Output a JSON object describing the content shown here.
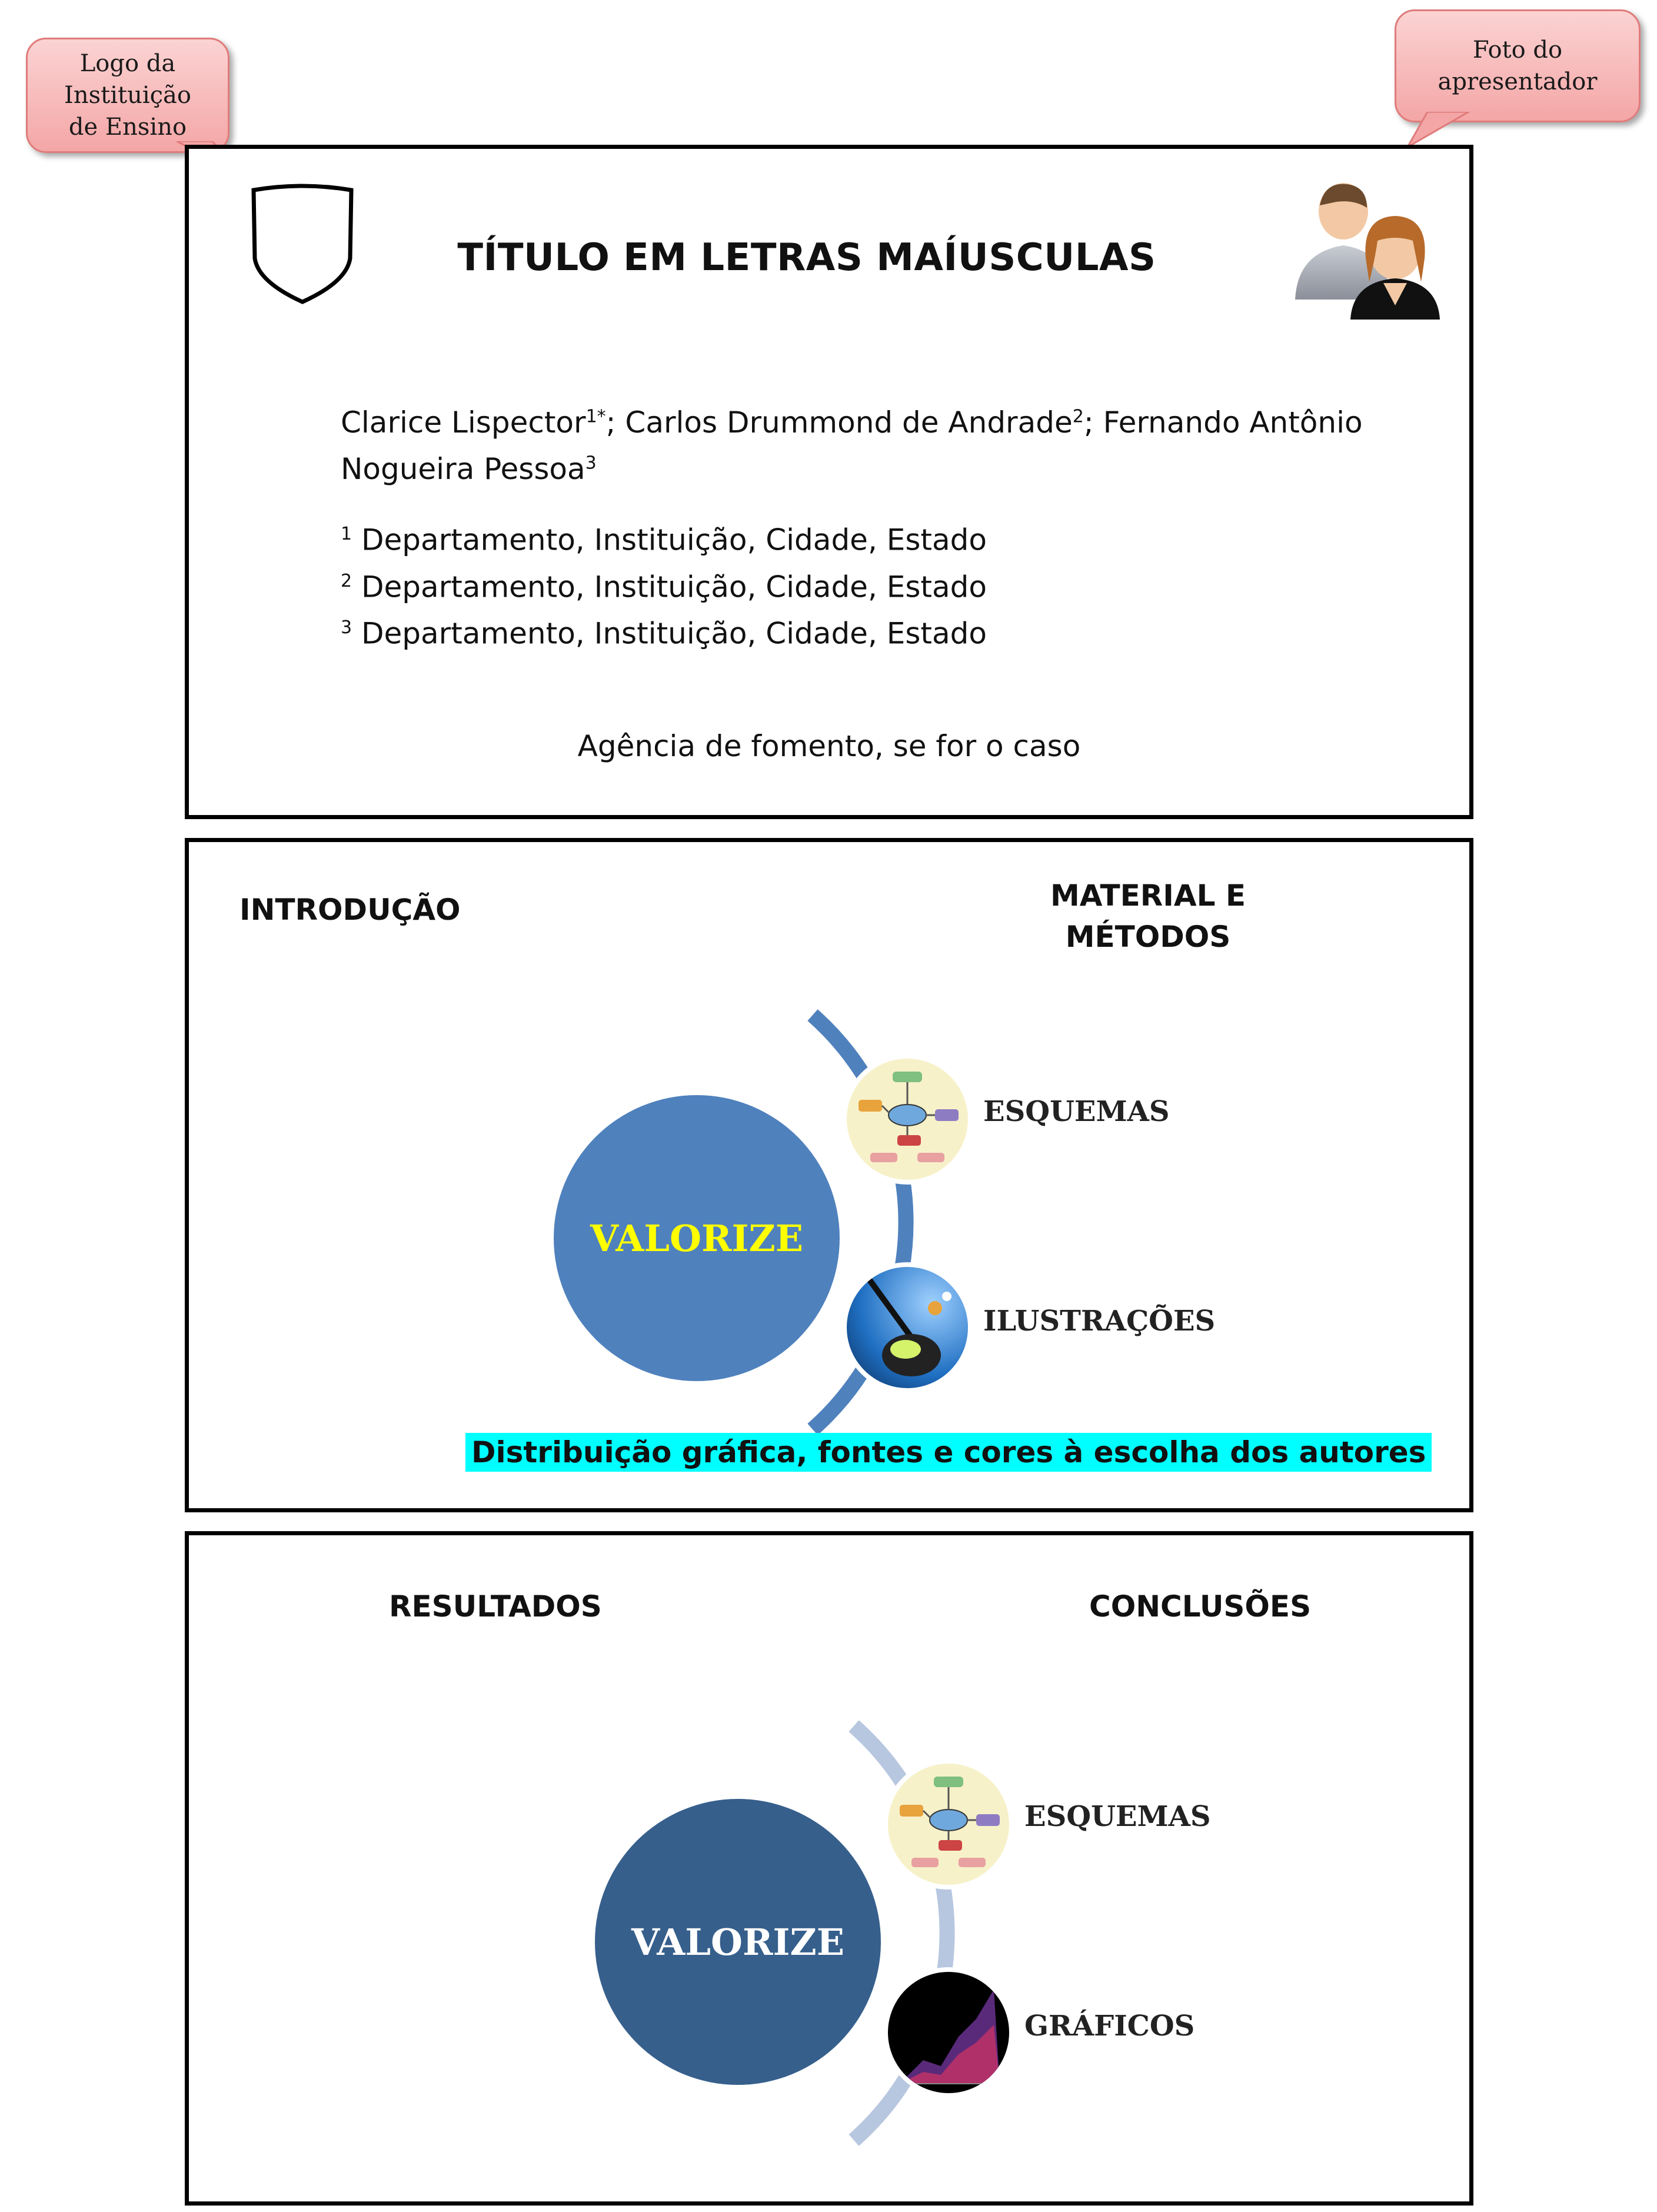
{
  "callouts": {
    "logo": "Logo da\nInstituição\nde Ensino",
    "photo": "Foto do\napresentador"
  },
  "header": {
    "title": "TÍTULO EM LETRAS MAÍUSCULAS",
    "authors": [
      {
        "name": "Clarice Lispector",
        "sup": "1*",
        "sep": "; "
      },
      {
        "name": "Carlos Drummond de Andrade",
        "sup": "2",
        "sep": "; "
      },
      {
        "name": "Fernando Antônio Nogueira Pessoa",
        "sup": "3",
        "sep": ""
      }
    ],
    "affiliations": [
      {
        "num": "1",
        "text": "Departamento, Instituição, Cidade, Estado"
      },
      {
        "num": "2",
        "text": "Departamento, Instituição, Cidade, Estado"
      },
      {
        "num": "3",
        "text": "Departamento, Instituição, Cidade, Estado"
      }
    ],
    "funding": "Agência de fomento, se for o caso"
  },
  "section1": {
    "left_heading": "INTRODUÇÃO",
    "right_heading": "MATERIAL E\nMÉTODOS",
    "circle_label": "VALORIZE",
    "item1": "ESQUEMAS",
    "item2": "ILUSTRAÇÕES",
    "note": "Distribuição gráfica, fontes e cores à escolha dos autores",
    "colors": {
      "circle": "#4f81bd",
      "label": "#ffff00",
      "arc": "#4f81bd",
      "highlight": "#00ffff"
    }
  },
  "section2": {
    "left_heading": "RESULTADOS",
    "right_heading": "CONCLUSÕES",
    "circle_label": "VALORIZE",
    "item1": "ESQUEMAS",
    "item2": "GRÁFICOS",
    "colors": {
      "circle": "#365f8c",
      "label": "#ffffff",
      "arc": "#b8c7e0"
    }
  },
  "icons": [
    "shield-icon",
    "people-icon",
    "diagram-thumbnail",
    "illustration-thumbnail",
    "chart-thumbnail"
  ]
}
